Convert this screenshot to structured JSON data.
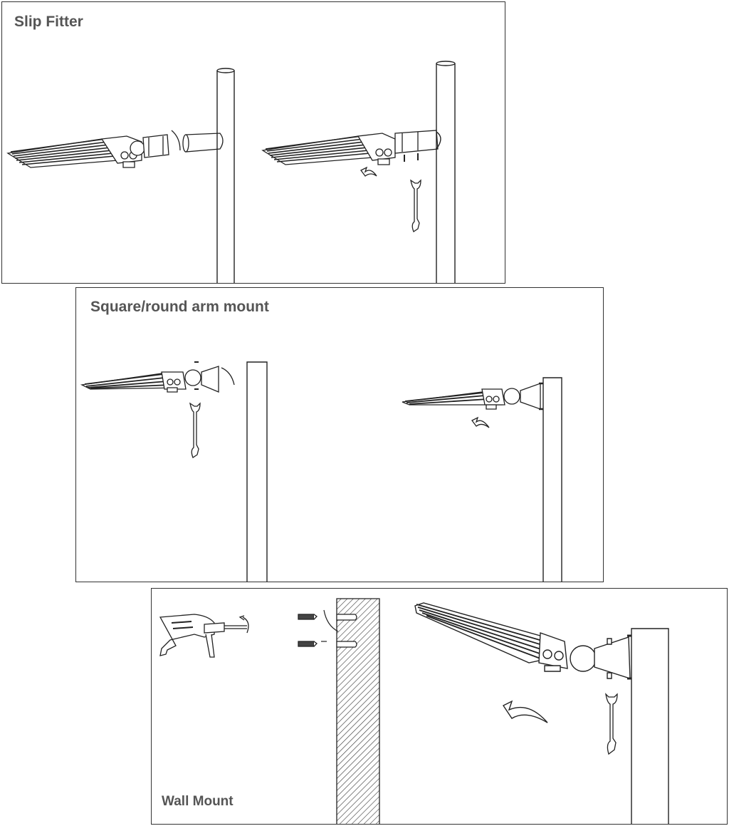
{
  "panels": [
    {
      "title": "Slip Fitter"
    },
    {
      "title": "Square/round arm mount"
    },
    {
      "title": "Wall Mount"
    }
  ],
  "colors": {
    "line": "#222222",
    "title": "#555555",
    "border": "#333333"
  },
  "icons": [
    "light-fixture-icon",
    "pole-icon",
    "wrench-icon",
    "rotate-arrow-icon",
    "drill-icon",
    "anchor-icon",
    "screw-icon",
    "wall-icon"
  ]
}
